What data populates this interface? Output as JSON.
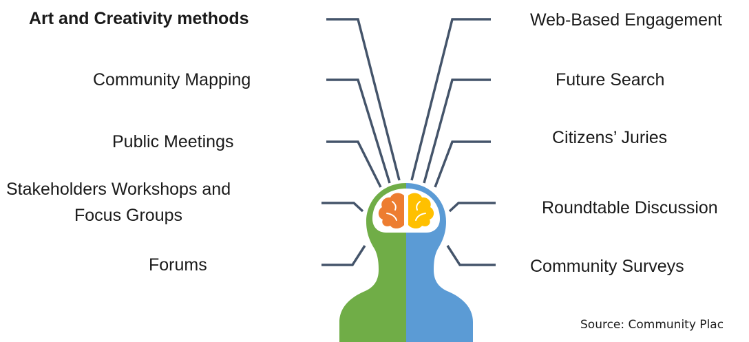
{
  "left_labels": [
    {
      "text": "Art and Creativity methods",
      "bold": true
    },
    {
      "text": "Community Mapping",
      "bold": false
    },
    {
      "text": "Public Meetings",
      "bold": false
    },
    {
      "text": "Stakeholders Workshops and",
      "bold": false
    },
    {
      "text": "Focus Groups",
      "bold": false
    },
    {
      "text": "Forums",
      "bold": false
    }
  ],
  "right_labels": [
    {
      "text": "Web-Based Engagement"
    },
    {
      "text": "Future Search"
    },
    {
      "text": "Citizens’ Juries"
    },
    {
      "text": "Roundtable Discussion"
    },
    {
      "text": "Community Surveys"
    }
  ],
  "source": "Source: Community Plac",
  "colors": {
    "left_half": "#70ad47",
    "right_half": "#5b9bd5",
    "left_brain": "#ed7d31",
    "right_brain": "#ffc000",
    "connector_lines": "#44546a",
    "text": "#1a1a1a"
  }
}
